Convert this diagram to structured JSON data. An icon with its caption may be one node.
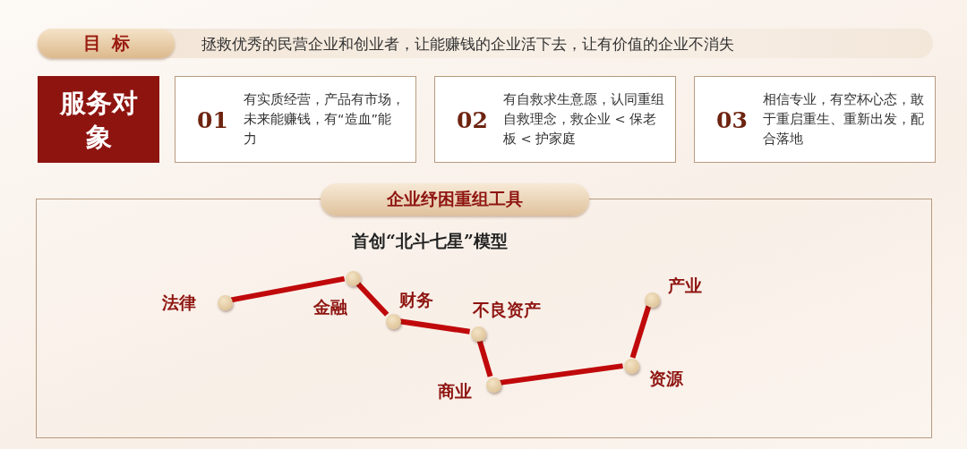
{
  "diagram": {
    "nodes": [
      {
        "text": [
          "目标",
          "拯救优秀的民营企业和创业者，让能赚钱的企业活下去，让有价值的企业不消失"
        ]
      },
      {
        "text": [
          "服务对象"
        ]
      },
      {
        "text": [
          "01",
          "有实质经营，产品有市场，未来能赚钱，有“造血”能力"
        ]
      },
      {
        "text": [
          "02",
          "有自救求生意愿，认同重组自救理念，救企业 < 保老板 < 护家庭"
        ]
      },
      {
        "text": [
          "03",
          "相信专业，有空杯心态，敢于重启重生、重新出发，配合落地"
        ]
      },
      {
        "text": [
          "企业纾困重组工具",
          "首创“北斗七星”模型"
        ]
      },
      {
        "text": [
          "法律"
        ],
        "in": 5
      },
      {
        "text": [
          "金融"
        ],
        "in": 5
      },
      {
        "text": [
          "财务"
        ],
        "in": 5
      },
      {
        "text": [
          "不良资产"
        ],
        "in": 5
      },
      {
        "text": [
          "商业"
        ],
        "in": 5
      },
      {
        "text": [
          "资源"
        ],
        "in": 5
      },
      {
        "text": [
          "产业"
        ],
        "in": 5
      }
    ],
    "edges": [
      {
        "from": 6,
        "to": 7,
        "arrow": "none"
      },
      {
        "from": 7,
        "to": 8,
        "arrow": "none"
      },
      {
        "from": 8,
        "to": 9,
        "arrow": "none"
      },
      {
        "from": 9,
        "to": 10,
        "arrow": "none"
      },
      {
        "from": 10,
        "to": 11,
        "arrow": "none"
      },
      {
        "from": 11,
        "to": 12,
        "arrow": "none"
      }
    ]
  }
}
